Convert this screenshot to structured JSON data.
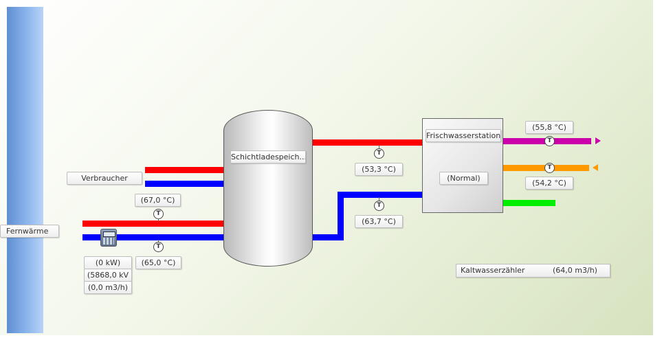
{
  "colors": {
    "supply_hot": "#ff0000",
    "return_cold": "#0000ff",
    "hot_water_out": "#cc00aa",
    "circulation": "#ff9900",
    "cold_water_in": "#00ee00",
    "district_heating_bar": "#6f9ee0"
  },
  "icons": {
    "sensor": "T",
    "heat_meter": "heat-meter-icon"
  },
  "fernwaerme": {
    "label": "Fernwärme",
    "supply_temp": "(67,0 °C)",
    "return_temp": "(65,0 °C)",
    "power": "(0 kW)",
    "energy": "(5868,0 kV",
    "flow": "(0,0 m3/h)"
  },
  "verbraucher": {
    "label": "Verbraucher"
  },
  "storage": {
    "label": "Schichtladespeich..."
  },
  "storage_outlets": {
    "top_temp": "(53,3 °C)",
    "bottom_temp": "(63,7 °C)"
  },
  "station": {
    "label": "Frischwasserstation",
    "status": "(Normal)",
    "hot_water_temp": "(55,8 °C)",
    "circulation_temp": "(54,2 °C)"
  },
  "cold_water_meter": {
    "label": "Kaltwasserzähler",
    "value": "(64,0 m3/h)"
  }
}
